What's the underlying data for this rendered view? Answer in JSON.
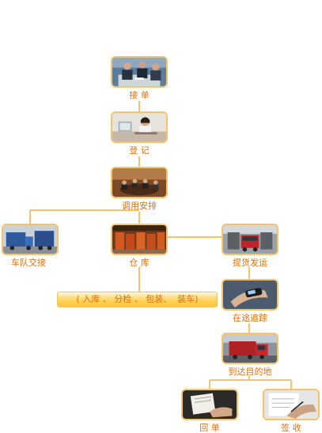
{
  "nodes": {
    "receive_order": {
      "label": "接 单"
    },
    "register": {
      "label": "登 记"
    },
    "schedule": {
      "label": "调用安排"
    },
    "fleet_handover": {
      "label": "车队交接"
    },
    "warehouse": {
      "label": "仓 库"
    },
    "pickup_dispatch": {
      "label": "提货发运"
    },
    "in_transit_tracking": {
      "label": "在途追踪"
    },
    "arrive_destination": {
      "label": "到达目的地"
    },
    "return_receipt": {
      "label": "回 单"
    },
    "sign_receipt": {
      "label": "签 收"
    }
  },
  "warehouse_tasks": "( 入库 、 分检 、 包装、  装车)",
  "colors": {
    "connector": "#f5c46a",
    "node_border": "#f5c46a",
    "label_text": "#e36f0a",
    "banner_fill": "#ffc63a"
  },
  "icons": {
    "receive_order": "business-meeting-photo-icon",
    "register": "receptionist-photo-icon",
    "schedule": "conference-room-photo-icon",
    "fleet_handover": "truck-fleet-photo-icon",
    "warehouse": "warehouse-storage-photo-icon",
    "pickup_dispatch": "loading-truck-photo-icon",
    "in_transit_tracking": "mobile-phone-photo-icon",
    "arrive_destination": "truck-arrival-photo-icon",
    "return_receipt": "document-return-photo-icon",
    "sign_receipt": "signing-document-photo-icon"
  }
}
